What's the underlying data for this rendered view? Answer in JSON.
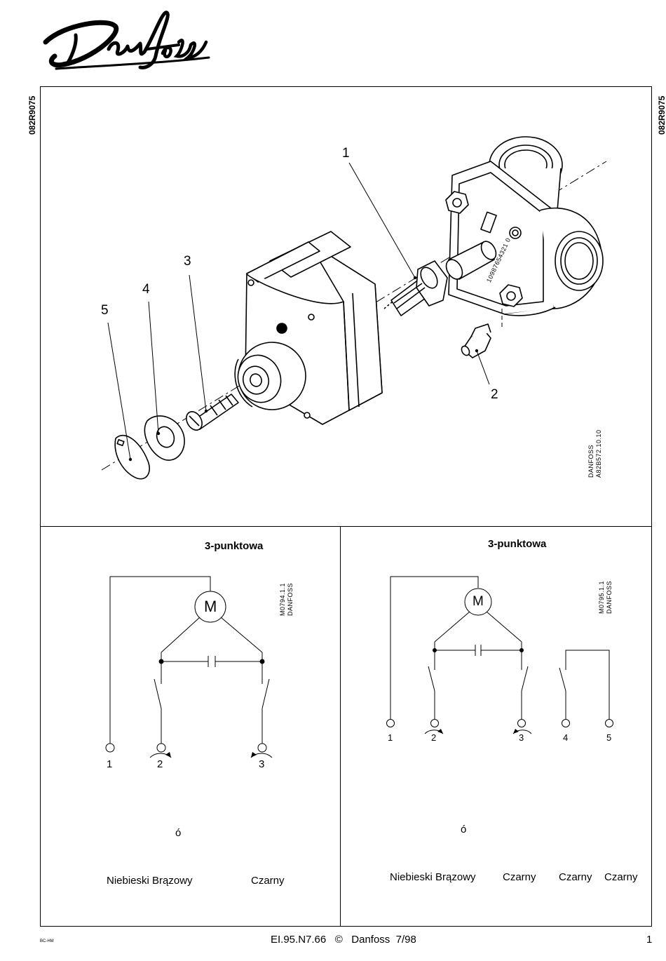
{
  "brand": {
    "logo_text": "Danfoss"
  },
  "document": {
    "side_code_left": "082R9075",
    "side_code_right": "082R9075"
  },
  "exploded_view": {
    "callouts": [
      "1",
      "2",
      "3",
      "4",
      "5"
    ],
    "drawing_ref_line1": "DANFOSS",
    "drawing_ref_line2": "A82B572.10.10",
    "valve_scale_marks": "10987654321 0"
  },
  "wiring_left": {
    "title": "3-punktowa",
    "ref_line1": "M0794.1.1",
    "ref_line2": "DANFOSS",
    "motor_label": "M",
    "terminals": [
      "1",
      "2",
      "3"
    ],
    "note": "ó",
    "wire_labels": [
      "Niebieski Brązowy",
      "Czarny"
    ]
  },
  "wiring_right": {
    "title": "3-punktowa",
    "ref_line1": "M0795.1.1",
    "ref_line2": "DANFOSS",
    "motor_label": "M",
    "terminals": [
      "1",
      "2",
      "3",
      "4",
      "5"
    ],
    "note": "ó",
    "wire_labels": [
      "Niebieski Brązowy",
      "Czarny",
      "Czarny",
      "Czarny"
    ]
  },
  "footer": {
    "left_code": "BC-HM",
    "center": "EI.95.N7.66   ©   Danfoss  7/98",
    "page_number": "1"
  }
}
